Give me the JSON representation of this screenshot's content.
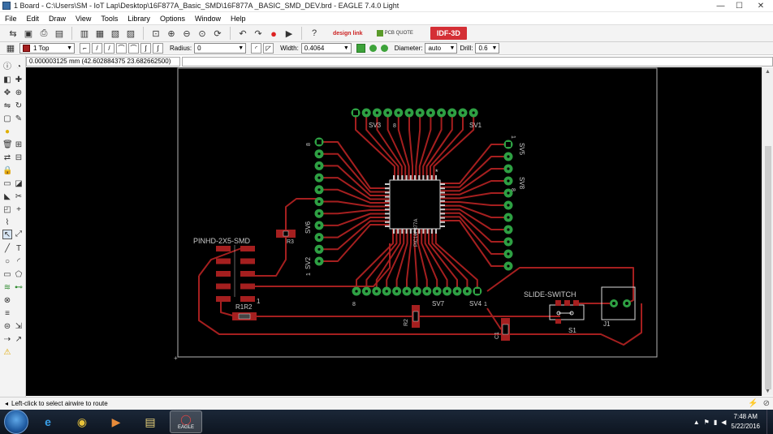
{
  "window": {
    "title": "1 Board - C:\\Users\\SM - IoT Lap\\Desktop\\16F877A_Basic_SMD\\16F877A _BASIC_SMD_DEV.brd - EAGLE 7.4.0 Light",
    "minimize": "—",
    "maximize": "☐",
    "close": "✕"
  },
  "menu": [
    "File",
    "Edit",
    "Draw",
    "View",
    "Tools",
    "Library",
    "Options",
    "Window",
    "Help"
  ],
  "toolbar": {
    "designlink_label": "design link",
    "pcbquote_label": "PCB QUOTE",
    "idf_label": "IDF-3D"
  },
  "params": {
    "layer": "1 Top",
    "radius_label": "Radius:",
    "radius_value": "0",
    "width_label": "Width:",
    "width_value": "0.4064",
    "diameter_label": "Diameter:",
    "diameter_value": "auto",
    "drill_label": "Drill:",
    "drill_value": "0.6"
  },
  "coordinates": "0.000003125 mm (42.602884375 23.682662500)",
  "board_labels": {
    "sv3": "SV3",
    "sv1": "SV1",
    "sv5": "SV5",
    "sv6": "SV6",
    "sv8": "SV8",
    "sv2": "SV2",
    "sv7": "SV7",
    "sv4": "SV4",
    "r3": "R3",
    "r1r2": "R1R2",
    "r2": "R2",
    "c1": "C1",
    "pinhd": "PINHD-2X5-SMD",
    "slide": "SLIDE-SWITCH",
    "s1": "S1",
    "j1": "J1",
    "ic": "PIC16F877A",
    "pin1": "1",
    "pin8": "8",
    "pin_a": "1",
    "pin_b": "8",
    "pin_c": "8",
    "pin_d": "1",
    "pin_e": "1",
    "pin_f": "8",
    "pin_g": "8",
    "pin_h": "1",
    "asterisk": "*"
  },
  "colors": {
    "board_bg": "#000000",
    "trace": "#a51f1f",
    "pad": "#2ea043",
    "outline": "#bbbbbb",
    "silk": "#d0d0d0"
  },
  "status": "Left-click to select airwire to route",
  "taskbar": {
    "time": "7:48 AM",
    "date": "5/22/2016",
    "eagle_label": "EAGLE"
  }
}
